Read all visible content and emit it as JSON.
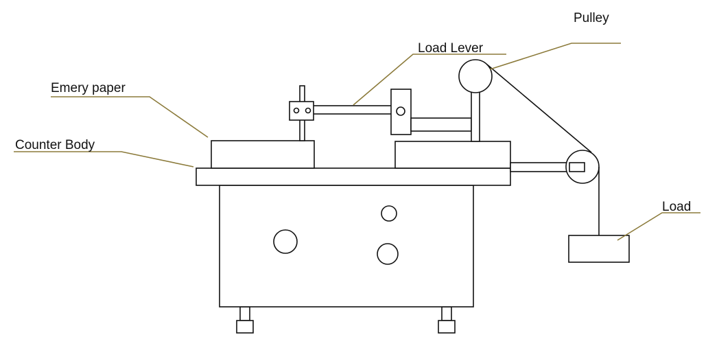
{
  "colors": {
    "line": "#111111",
    "leader": "#8b7a3a",
    "background": "#ffffff"
  },
  "labels": {
    "pulley": "Pulley",
    "load_lever": "Load Lever",
    "emery_paper": "Emery paper",
    "counter_body": "Counter Body",
    "load": "Load"
  }
}
